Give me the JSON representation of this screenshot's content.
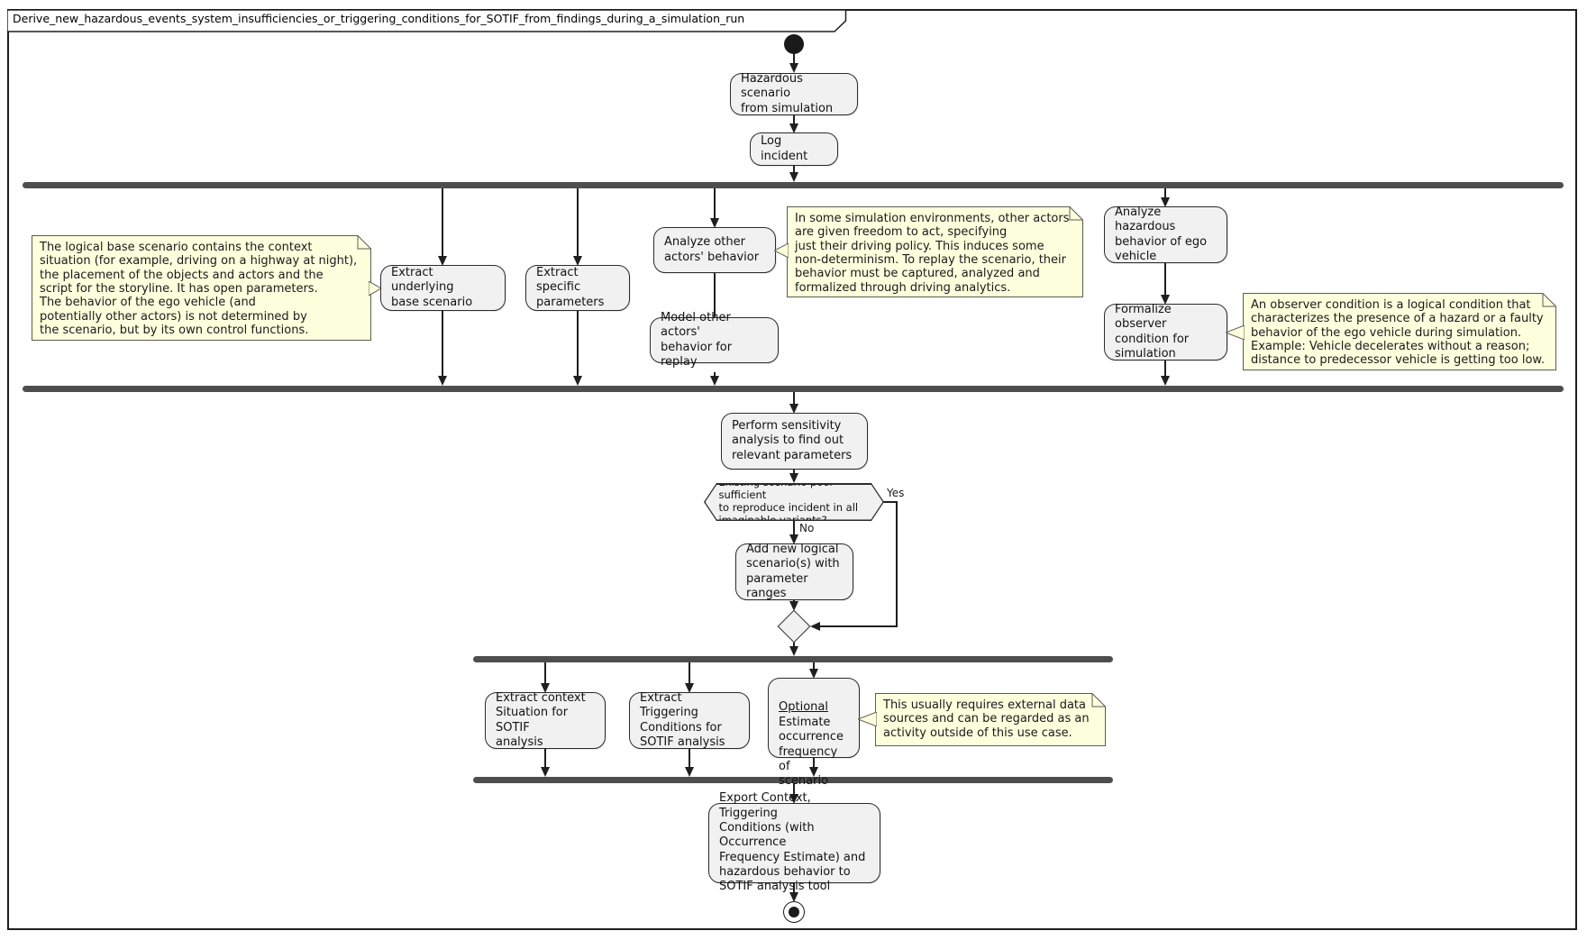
{
  "frame": {
    "title": "Derive_new_hazardous_events_system_insufficiencies_or_triggering_conditions_for_SOTIF_from_findings_during_a_simulation_run"
  },
  "nodes": {
    "hazardous_scenario": "Hazardous scenario\nfrom simulation",
    "log_incident": "Log incident",
    "extract_underlying": "Extract underlying\nbase scenario",
    "extract_specific": "Extract specific\nparameters",
    "analyze_other_actors": "Analyze other\nactors' behavior",
    "model_other_actors": "Model other actors'\nbehavior for replay",
    "analyze_hazardous": "Analyze hazardous\nbehavior of ego\nvehicle",
    "formalize_observer": "Formalize observer\ncondition for\nsimulation",
    "perform_sensitivity": "Perform sensitivity\nanalysis to find out\nrelevant parameters",
    "decision_question": "Existing scenario pool sufficient\nto reproduce incident in all\nimaginable variants?",
    "decision_yes": "Yes",
    "decision_no": "No",
    "add_new_logical": "Add new logical\nscenario(s) with\nparameter ranges",
    "extract_context": "Extract context\nSituation for SOTIF\nanalysis",
    "extract_triggering": "Extract Triggering\nConditions for\nSOTIF analysis",
    "estimate_optional_heading": "Optional",
    "estimate_body": "Estimate\noccurrence\nfrequency of\nscenario",
    "export_results": "Export Context, Triggering\nConditions (with Occurrence\nFrequency Estimate) and\nhazardous behavior to\nSOTIF analysis tool"
  },
  "notes": {
    "logical_base_scenario": "The logical base scenario contains the context\nsituation (for example, driving on a highway at night),\nthe placement of the objects and actors and the\nscript for the storyline. It has open parameters.\nThe behavior of the ego vehicle (and\npotentially other actors) is not determined by\nthe scenario, but by its own control functions.",
    "simulation_environments": "In some simulation environments, other actors\nare given freedom to act, specifying\njust their driving policy. This induces some\nnon-determinism. To replay the scenario, their\nbehavior must be captured, analyzed and\nformalized through driving analytics.",
    "observer_condition": "An observer condition is a logical condition that\ncharacterizes the presence of a hazard or a faulty\nbehavior of the ego vehicle during simulation.\nExample: Vehicle decelerates without a reason;\ndistance to predecessor vehicle is getting too low.",
    "external_data_sources": "This usually requires external data\nsources and can be regarded as an\nactivity outside of this use case."
  },
  "colors": {
    "activity_fill": "#f1f1f1",
    "activity_border": "#2b2b2b",
    "note_fill": "#feffdd",
    "note_border": "#5c5c50",
    "bar_fill": "#4e4e4e",
    "arrow": "#1f1f1f",
    "background": "#ffffff"
  }
}
